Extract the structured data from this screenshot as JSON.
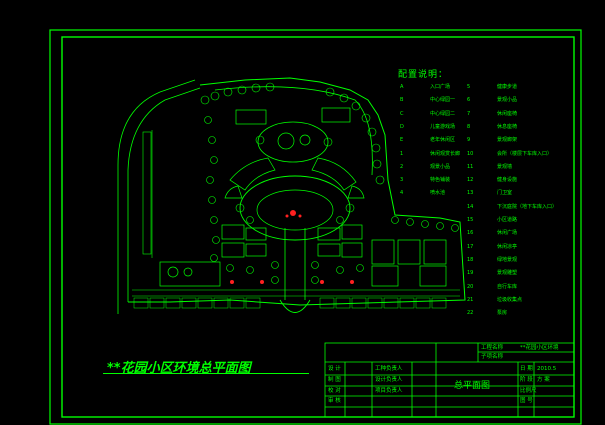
{
  "legend": {
    "title": "配置说明：",
    "left_items": [
      {
        "num": "A",
        "label": "入口广场"
      },
      {
        "num": "B",
        "label": "中心绿园一"
      },
      {
        "num": "C",
        "label": "中心绿园二"
      },
      {
        "num": "D",
        "label": "儿童游戏场"
      },
      {
        "num": "E",
        "label": "老年休闲区"
      },
      {
        "num": "1",
        "label": "休闲观赏长廊"
      },
      {
        "num": "2",
        "label": "观景小品"
      },
      {
        "num": "3",
        "label": "特色铺装"
      },
      {
        "num": "4",
        "label": "喷水池"
      }
    ],
    "right_items": [
      {
        "num": "5",
        "label": "健康步道"
      },
      {
        "num": "6",
        "label": "景观小品"
      },
      {
        "num": "7",
        "label": "休闲座椅"
      },
      {
        "num": "8",
        "label": "休息座椅"
      },
      {
        "num": "9",
        "label": "景观廊架"
      },
      {
        "num": "10",
        "label": "会所（楼层下车库入口）"
      },
      {
        "num": "11",
        "label": "景观墙"
      },
      {
        "num": "12",
        "label": "健身设施"
      },
      {
        "num": "13",
        "label": "门卫室"
      },
      {
        "num": "14",
        "label": "下沉庭院（地下车库入口）"
      },
      {
        "num": "15",
        "label": "小区道路"
      },
      {
        "num": "16",
        "label": "休闲广场"
      },
      {
        "num": "17",
        "label": "休闲凉亭"
      },
      {
        "num": "18",
        "label": "绿地景观"
      },
      {
        "num": "19",
        "label": "景观雕塑"
      },
      {
        "num": "20",
        "label": "自行车库"
      },
      {
        "num": "21",
        "label": "垃圾收集点"
      },
      {
        "num": "22",
        "label": "泵房"
      }
    ]
  },
  "drawing_title": "**花园小区环境总平面图",
  "title_block": {
    "design": "设  计",
    "drawing": "制  图",
    "check": "校  对",
    "review": "审  核",
    "eng_lead": "工种负责人",
    "design_lead": "设计负责人",
    "proj_lead": "项目负责人",
    "project_name_label": "工程名称",
    "project_name_value": "**花园小区环境",
    "item_name_label": "子项名称",
    "sheet_title": "总平面图",
    "date_label": "日  期",
    "date_value": "2010.5",
    "stage_label": "阶  段",
    "stage_value": "方  案",
    "scale_label": "比例尺",
    "sheet_no_label": "图  号"
  },
  "colors": {
    "line": "#00ff00",
    "dim_line": "#00a000",
    "accent_red": "#ff2020",
    "background": "#000000"
  }
}
